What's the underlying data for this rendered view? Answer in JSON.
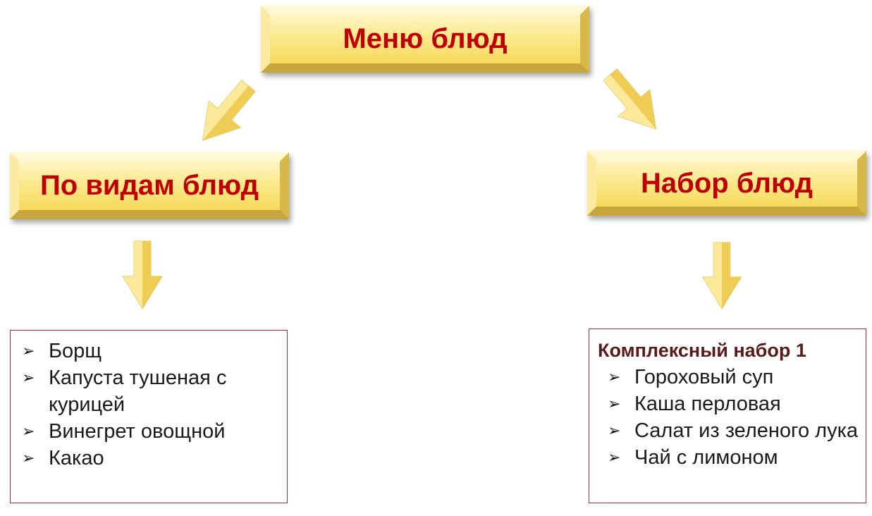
{
  "diagram": {
    "root": {
      "label": "Меню блюд"
    },
    "left_node": {
      "label": "По видам блюд"
    },
    "right_node": {
      "label": "Набор блюд"
    },
    "left_list": {
      "bullet": "➢",
      "items": [
        {
          "label": "Борщ"
        },
        {
          "label": "Капуста тушеная с курицей"
        },
        {
          "label": "Винегрет овощной"
        },
        {
          "label": "Какао"
        }
      ]
    },
    "right_list": {
      "heading": "Комплексный набор 1",
      "bullet": "➢",
      "items": [
        {
          "label": "Гороховый суп"
        },
        {
          "label": "Каша перловая"
        },
        {
          "label": "Салат из зеленого лука"
        },
        {
          "label": "Чай с лимоном"
        }
      ]
    }
  },
  "colors": {
    "box_text": "#c00000",
    "box_fill": "#fbe98d",
    "panel_border": "#a0303a",
    "arrow_fill": "#f7df78"
  }
}
